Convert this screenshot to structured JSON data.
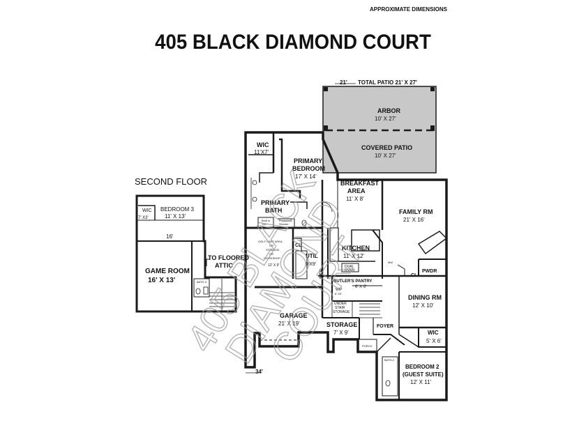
{
  "header": {
    "approx": "APPROXIMATE DIMENSIONS",
    "title": "405 BLACK DIAMOND COURT"
  },
  "second_floor": {
    "heading": "SECOND FLOOR",
    "wic": "WIC",
    "wic_dim": "7' X3'",
    "bedroom3": "BEDROOM 3",
    "bedroom3_dim": "11' X 13'",
    "width_16": "16'",
    "game_room": "GAME ROOM",
    "game_room_dim": "16' X 13'",
    "attic_1": "TO FLOORED",
    "attic_2": "ATTIC",
    "bath3": "BATH-3"
  },
  "first_floor": {
    "dim_21": "21'",
    "total_patio": "TOTAL PATIO 21' X 27'",
    "arbor": "ARBOR",
    "arbor_dim": "10' X 27'",
    "covered_patio": "COVERED PATIO",
    "covered_patio_dim": "10' X 27'",
    "wic": "WIC",
    "wic_dim": "11'X7'",
    "primary_bedroom_1": "PRIMARY",
    "primary_bedroom_2": "BEDROOM",
    "primary_bedroom_dim": "17' X 14'",
    "primary_bath_1": "PRIMARY",
    "primary_bath_2": "BATH",
    "tub_1": "Built in",
    "tub_2": "Tub",
    "shower_1": "Frameless",
    "shower_2": "Shower",
    "breakfast_1": "BREAKFAST",
    "breakfast_2": "AREA",
    "breakfast_dim": "11' X 8'",
    "family_rm": "FAMILY RM",
    "family_rm_dim": "21' X 16'",
    "golf_1": "GOLF CART AREA",
    "golf_2": "OR",
    "golf_3": "STORAGE",
    "golf_4": "OR",
    "golf_5": "WORKSHOP",
    "golf_dim": "12' X 9'",
    "cl": "CL",
    "util": "UTIL",
    "util_dim": "9'X9'",
    "ref": "REF",
    "kitchen": "KITCHEN",
    "kitchen_dim": "11' X 12'",
    "dual_oven_1": "DUAL",
    "dual_oven_2": "OVEN",
    "mw": "MW",
    "pwdr": "PWDR",
    "cl2": "CL",
    "butlers_pantry": "BUTLER'S PANTRY",
    "butlers_pantry_dim": "6' X 6'",
    "wip": "WIP",
    "wip_dim": "6' X5'",
    "dining_rm": "DINING RM",
    "dining_rm_dim": "12' X 10'",
    "under_stair_1": "UNDER",
    "under_stair_2": "STAIR",
    "under_stair_3": "STORAGE",
    "garage": "GARAGE",
    "garage_dim": "21' X 19'",
    "storage": "STORAGE",
    "storage_dim": "7' X 9'",
    "foyer": "FOYER",
    "wic2": "WIC",
    "wic2_dim": "5' X 6'",
    "porch": "PORCH",
    "bath2": "BATH-2",
    "bedroom2_1": "BEDROOM 2",
    "bedroom2_2": "(GUEST SUITE)",
    "bedroom2_dim": "12' X 11'",
    "dim_34": "34'"
  },
  "watermark": {
    "line1": "405 BLACK",
    "line2": "DIAMOND",
    "line3": "COURT"
  },
  "colors": {
    "wall": "#1a1a1a",
    "patio_fill": "#c8c8c8",
    "watermark": "#9a9a9a"
  }
}
